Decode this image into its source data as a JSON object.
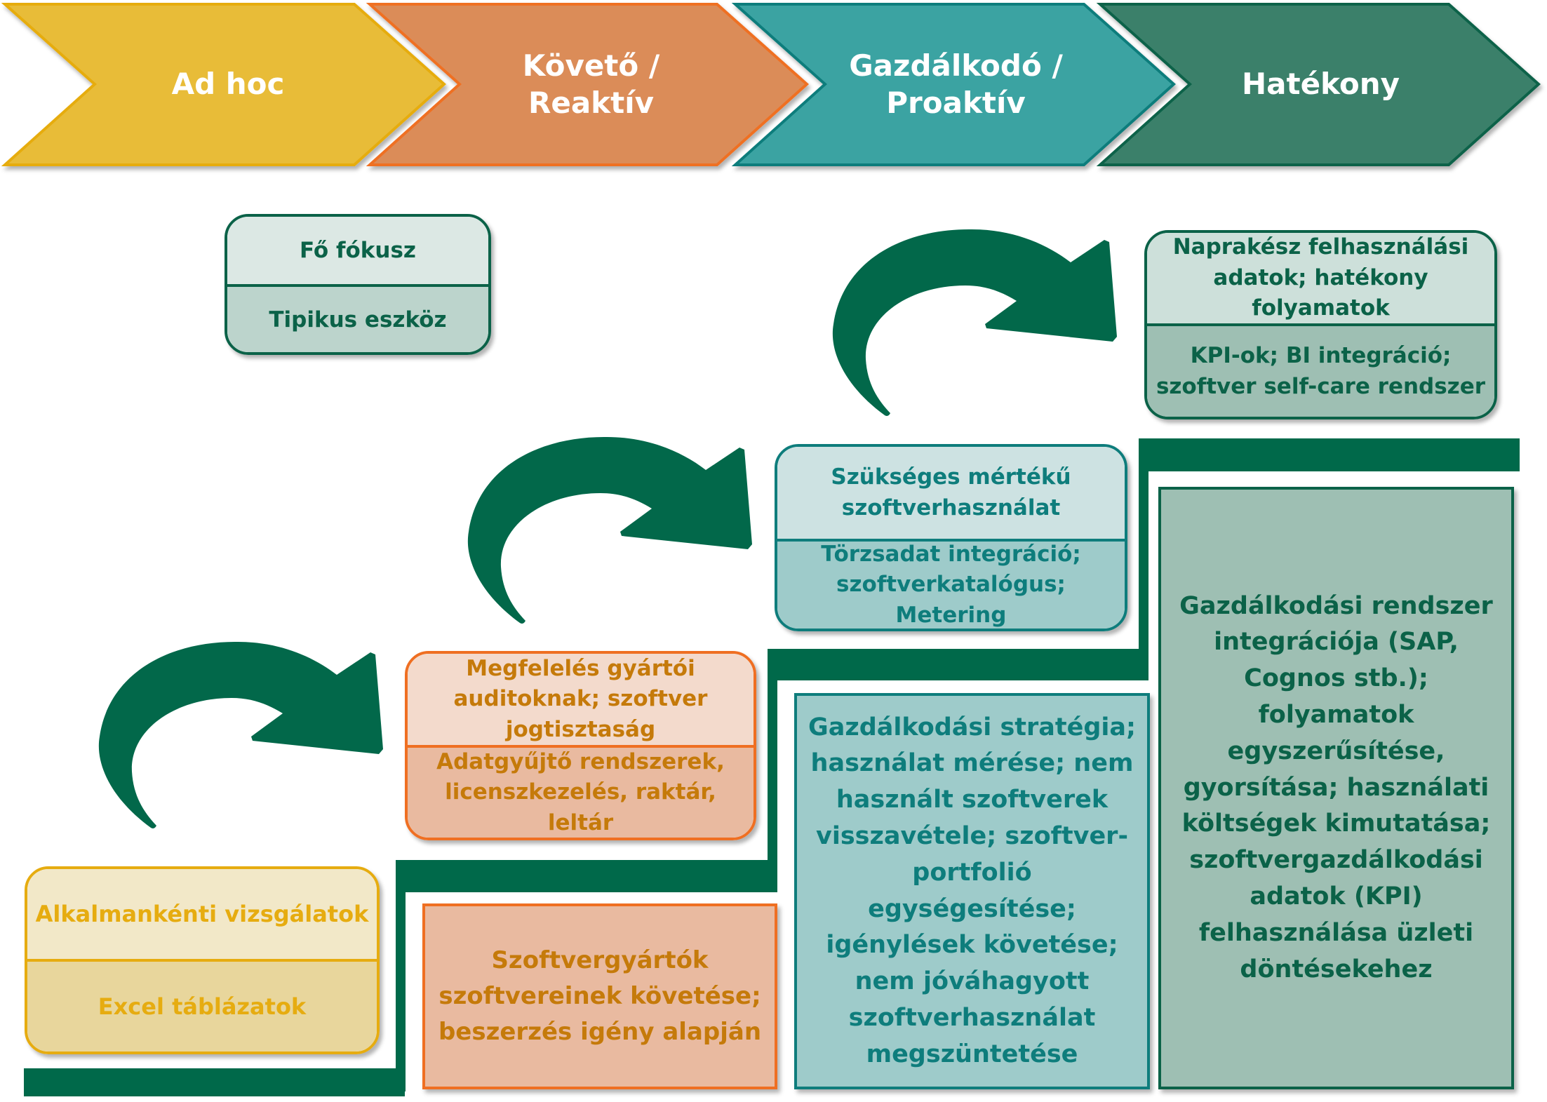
{
  "stages": [
    {
      "label": "Ad hoc",
      "fill": "#e8bc38",
      "stroke": "#e6ac10"
    },
    {
      "label": "Követő /\nReaktív",
      "fill": "#db8c59",
      "stroke": "#ef6f22"
    },
    {
      "label": "Gazdálkodó /\nProaktív",
      "fill": "#3aa3a2",
      "stroke": "#0e7d7c"
    },
    {
      "label": "Hatékony",
      "fill": "#3a806a",
      "stroke": "#0b6248"
    }
  ],
  "legend": {
    "focus_label": "Fő fókusz",
    "tool_label": "Tipikus eszköz"
  },
  "levels": [
    {
      "focus": "Alkalmankénti vizsgálatok",
      "tool": "Excel táblázatok",
      "description": "Szoftvergyártók szoftvereinek követése; beszerzés igény alapján"
    },
    {
      "focus": "Megfelelés gyártói auditoknak; szoftver jogtisztaság",
      "tool": "Adatgyűjtő rendszerek, licenszkezelés, raktár, leltár",
      "description": ""
    },
    {
      "focus": "Szükséges mértékű szoftverhasználat",
      "tool": "Törzsadat integráció; szoftverkatalógus; Metering",
      "description": "Gazdálkodási stratégia; használat mérése; nem használt szoftverek visszavétele; szoftver-portfolió egységesítése; igénylések követése; nem jóváhagyott szoftverhasználat megszüntetése"
    },
    {
      "focus": "Naprakész felhasználási adatok; hatékony folyamatok",
      "tool": "KPI-ok; BI integráció; szoftver self-care rendszer",
      "description": "Gazdálkodási rendszer integrációja (SAP, Cognos stb.); folyamatok egyszerűsítése, gyorsítása; használati költségek kimutatása; szoftvergazdálkodási adatok (KPI) felhasználása üzleti döntésekehez"
    }
  ],
  "level1_description": "Szoftvergyártók szoftvereinek követése; beszerzés igény alapján",
  "colors": {
    "stair": "#00694a",
    "arrow": "#02684a"
  }
}
